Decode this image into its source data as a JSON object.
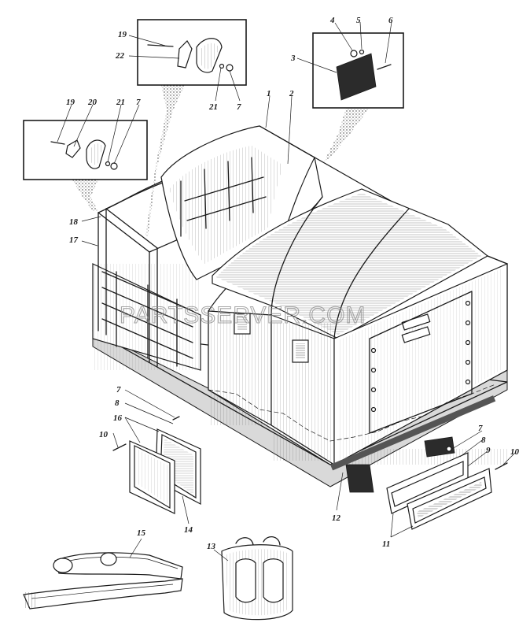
{
  "watermark": "PARTSSERVER.COM",
  "callouts": {
    "c1": "1",
    "c2": "2",
    "c3": "3",
    "c4": "4",
    "c5": "5",
    "c6": "6",
    "c7a": "7",
    "c7b": "7",
    "c7c": "7",
    "c7d": "7",
    "c8a": "8",
    "c8b": "8",
    "c9": "9",
    "c10a": "10",
    "c10b": "10",
    "c11": "11",
    "c12": "12",
    "c13": "13",
    "c14": "14",
    "c15": "15",
    "c16": "16",
    "c17": "17",
    "c18": "18",
    "c19a": "19",
    "c19b": "19",
    "c20": "20",
    "c21a": "21",
    "c21b": "21",
    "c22": "22"
  }
}
